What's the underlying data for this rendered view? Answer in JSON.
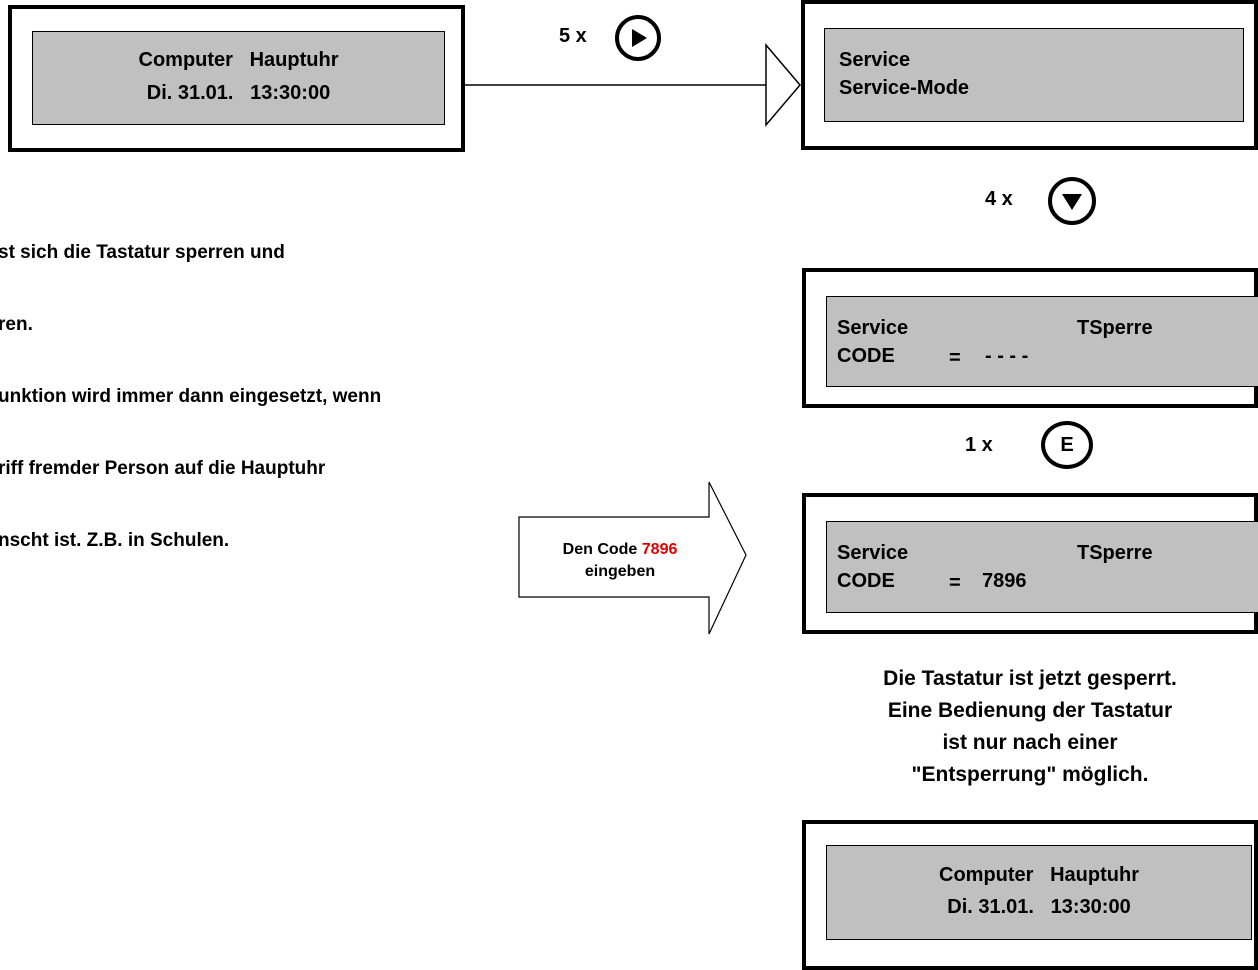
{
  "screen_start": {
    "line1": "Computer   Hauptuhr",
    "line2": "Di. 31.01.   13:30:00"
  },
  "step1": {
    "count": "5 x",
    "key_icon": "right-arrow-icon"
  },
  "screen_service_mode": {
    "line1": "Service",
    "line2": "Service-Mode"
  },
  "step2": {
    "count": "4 x",
    "key_icon": "down-arrow-icon"
  },
  "screen_tsperre_empty": {
    "left1": "Service",
    "right1": "TSperre",
    "left2": "CODE",
    "eq": "=",
    "value": "- - - -"
  },
  "step3": {
    "count": "1 x",
    "key_label": "E"
  },
  "screen_tsperre_code": {
    "left1": "Service",
    "right1": "TSperre",
    "left2": "CODE",
    "eq": "=",
    "value": "7896"
  },
  "code_arrow": {
    "text_prefix": "Den Code ",
    "code": "7896",
    "text_suffix": "eingeben",
    "code_color": "#e00000"
  },
  "description": {
    "lines": [
      "st sich die Tastatur sperren und",
      "ren.",
      "unktion wird immer dann eingesetzt, wenn",
      "riff fremder Person auf die Hauptuhr",
      "nscht ist. Z.B. in Schulen."
    ]
  },
  "note": {
    "lines": [
      "Die Tastatur ist jetzt gesperrt.",
      "Eine Bedienung der Tastatur",
      "ist nur nach einer",
      "\"Entsperrung\" möglich."
    ]
  },
  "screen_end": {
    "line1": "Computer   Hauptuhr",
    "line2": "Di. 31.01.   13:30:00"
  }
}
